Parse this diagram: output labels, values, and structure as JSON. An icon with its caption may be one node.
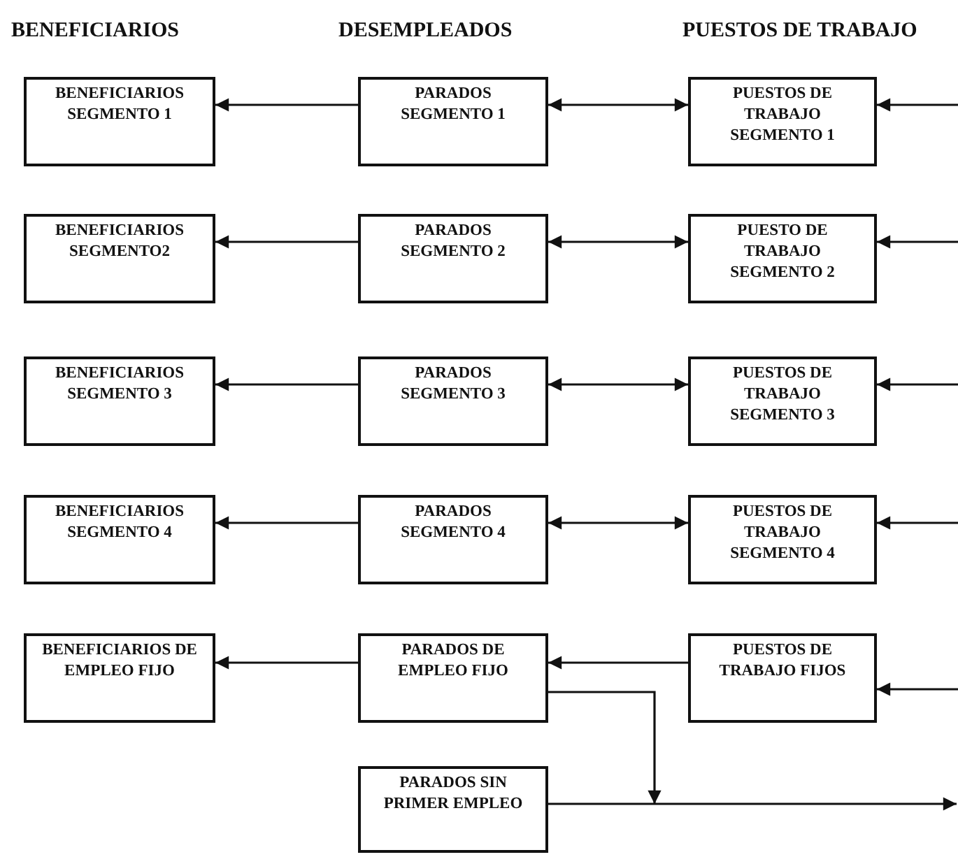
{
  "diagram": {
    "nodes": [
      {
        "text": [
          "BENEFICIARIOS SEGMENTO 1"
        ]
      },
      {
        "text": [
          "PARADOS SEGMENTO 1"
        ]
      },
      {
        "text": [
          "PUESTOS DE TRABAJO SEGMENTO 1"
        ]
      },
      {
        "text": [
          "BENEFICIARIOS SEGMENTO2"
        ]
      },
      {
        "text": [
          "PARADOS SEGMENTO 2"
        ]
      },
      {
        "text": [
          "PUESTO DE TRABAJO SEGMENTO 2"
        ]
      },
      {
        "text": [
          "BENEFICIARIOS SEGMENTO 3"
        ]
      },
      {
        "text": [
          "PARADOS SEGMENTO 3"
        ]
      },
      {
        "text": [
          "PUESTOS DE TRABAJO SEGMENTO 3"
        ]
      },
      {
        "text": [
          "BENEFICIARIOS SEGMENTO 4"
        ]
      },
      {
        "text": [
          "PARADOS SEGMENTO 4"
        ]
      },
      {
        "text": [
          "PUESTOS DE TRABAJO SEGMENTO 4"
        ]
      },
      {
        "text": [
          "BENEFICIARIOS DE EMPLEO FIJO"
        ]
      },
      {
        "text": [
          "PARADOS DE EMPLEO FIJO"
        ]
      },
      {
        "text": [
          "PUESTOS DE TRABAJO FIJOS"
        ]
      },
      {
        "text": [
          "PARADOS SIN PRIMER EMPLEO"
        ]
      }
    ],
    "edges": [
      {
        "from": 1,
        "to": 0,
        "arrow": "to"
      },
      {
        "from": 1,
        "to": 2,
        "arrow": "both"
      },
      {
        "from": null,
        "to": 2,
        "arrow": "to"
      },
      {
        "from": 4,
        "to": 3,
        "arrow": "to"
      },
      {
        "from": 4,
        "to": 5,
        "arrow": "both"
      },
      {
        "from": null,
        "to": 5,
        "arrow": "to"
      },
      {
        "from": 7,
        "to": 6,
        "arrow": "to"
      },
      {
        "from": 7,
        "to": 8,
        "arrow": "both"
      },
      {
        "from": null,
        "to": 8,
        "arrow": "to"
      },
      {
        "from": 10,
        "to": 9,
        "arrow": "to"
      },
      {
        "from": 10,
        "to": 11,
        "arrow": "both"
      },
      {
        "from": null,
        "to": 11,
        "arrow": "to"
      },
      {
        "from": 13,
        "to": 12,
        "arrow": "to"
      },
      {
        "from": 14,
        "to": 13,
        "arrow": "to"
      },
      {
        "from": null,
        "to": 14,
        "arrow": "to"
      },
      {
        "from": 13,
        "to": null,
        "arrow": "to"
      },
      {
        "from": 15,
        "to": null,
        "arrow": "to"
      }
    ],
    "labels": [
      "BENEFICIARIOS",
      "DESEMPLEADOS",
      "PUESTOS DE TRABAJO"
    ]
  }
}
